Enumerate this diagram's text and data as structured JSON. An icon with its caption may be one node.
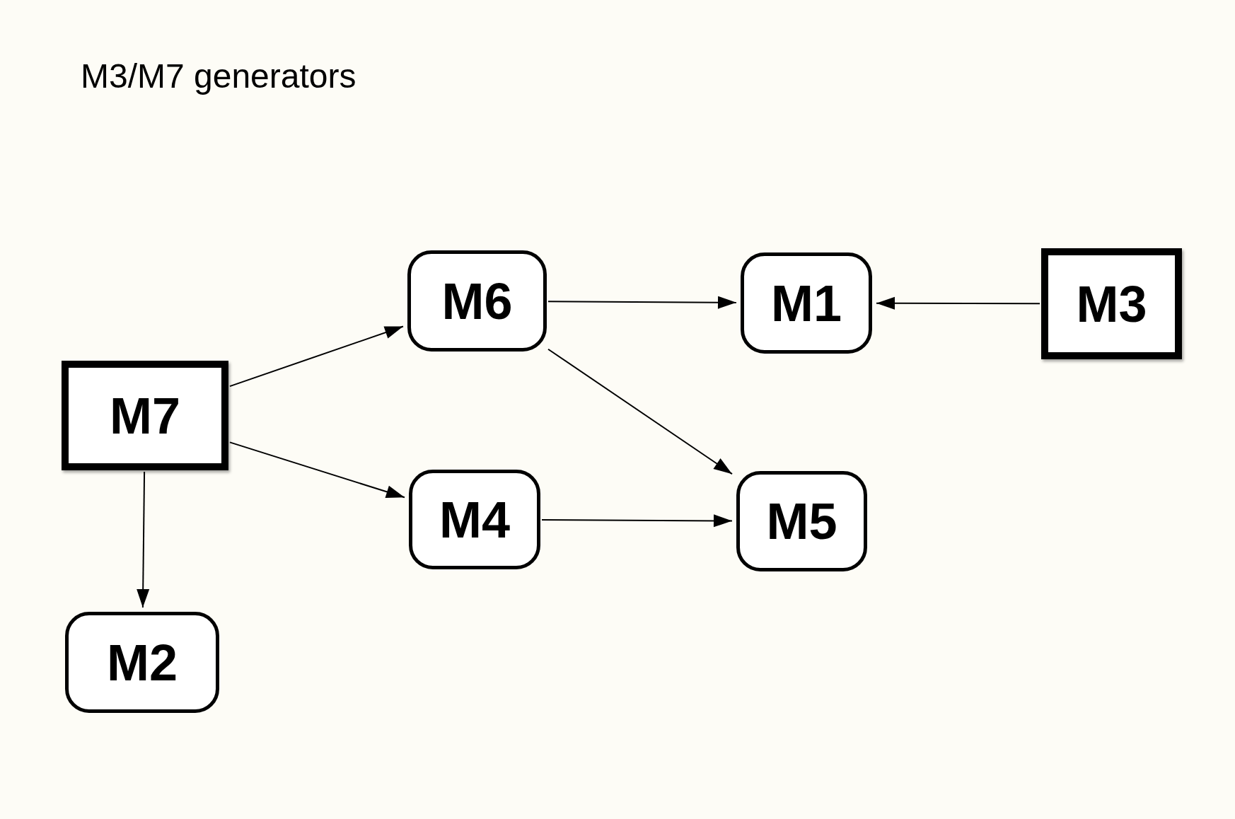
{
  "diagram": {
    "title": "M3/M7 generators",
    "nodes": [
      {
        "text": [
          "M6"
        ]
      },
      {
        "text": [
          "M1"
        ]
      },
      {
        "text": [
          "M3"
        ]
      },
      {
        "text": [
          "M7"
        ]
      },
      {
        "text": [
          "M4"
        ]
      },
      {
        "text": [
          "M5"
        ]
      },
      {
        "text": [
          "M2"
        ]
      }
    ],
    "edges": [
      {
        "from": 3,
        "to": 0,
        "arrow": "to"
      },
      {
        "from": 3,
        "to": 4,
        "arrow": "to"
      },
      {
        "from": 3,
        "to": 6,
        "arrow": "to"
      },
      {
        "from": 0,
        "to": 1,
        "arrow": "to"
      },
      {
        "from": 0,
        "to": 5,
        "arrow": "to"
      },
      {
        "from": 4,
        "to": 5,
        "arrow": "to"
      },
      {
        "from": 2,
        "to": 1,
        "arrow": "to"
      }
    ]
  }
}
